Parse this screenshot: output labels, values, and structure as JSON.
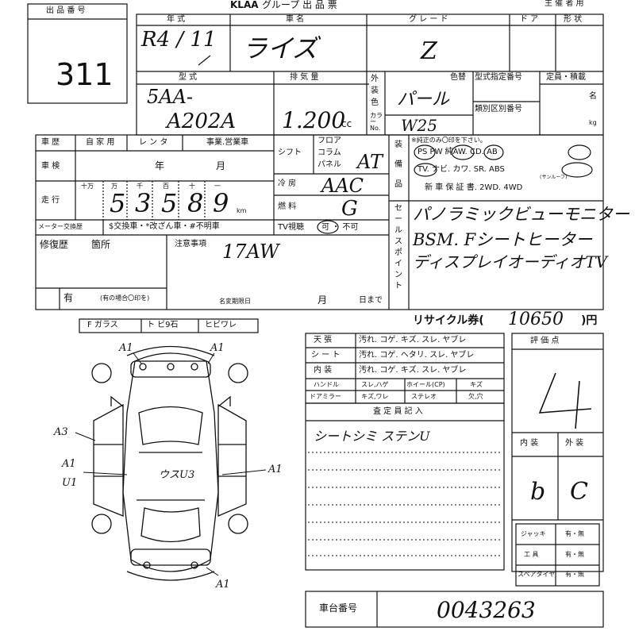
{
  "header": {
    "lot_number_label": "出 品 番 号",
    "lot_number": "311",
    "sheet_title_brand": "KLAA",
    "sheet_title": "グループ 出 品 票",
    "owner_label": "主 催 者 用"
  },
  "labels": {
    "year": "年 式",
    "car_name": "車 名",
    "grade": "グ レ ー ド",
    "doors": "ド ア",
    "body_shape": "形 状",
    "model_type": "型 式",
    "displacement": "排 気 量",
    "exterior_color": [
      "外",
      "装",
      "色"
    ],
    "color_change": "色替",
    "color_no": "カラー No.",
    "type_designation": "型式指定番号",
    "category_number": "類別区別番号",
    "capacity": "定員・積載",
    "capacity_unit_people": "名",
    "capacity_unit_kg": "kg",
    "history": "車 歴",
    "history_options": [
      "自 家 用",
      "レ ン タ",
      "事業.営業車"
    ],
    "inspection": "車 検",
    "inspection_year": "年",
    "inspection_month": "月",
    "mileage": "走 行",
    "mileage_digits": [
      "十万",
      "万",
      "千",
      "百",
      "十",
      "一"
    ],
    "mileage_unit": "km",
    "meter_exchange": "メーター交換歴",
    "meter_options": "$交換車・*改ざん車・#不明車",
    "shift": "シフト",
    "shift_options": [
      "フロア",
      "コラム",
      "パネル"
    ],
    "aircon": "冷 房",
    "fuel": "燃 料",
    "tv_viewing": "TV視聴",
    "tv_options": "可 ・ 不可",
    "equipment": [
      "装",
      "備",
      "品"
    ],
    "equipment_note": "※純正のみ〇印を下さい。",
    "equipment_row1": "PS  PW  純AW.  CD.  AB",
    "equipment_row2": "TV.  ナビ.  カワ.  SR.  ABS",
    "sunroof_note": "(サンルーフ)",
    "equipment_row3": "新 車 保 証 書.  2WD.  4WD",
    "sales_point": [
      "セ",
      "ー",
      "ル",
      "ス",
      "ポ",
      "イ",
      "ン",
      "ト"
    ],
    "repair_history": "修復歴",
    "repair_location": "箇所",
    "notes_label": "注意事項",
    "name_change_deadline": "名変期限日",
    "month": "月",
    "day_by": "日まで",
    "repair_circle_note": "(有の場合〇印を)",
    "repair_yes": "有",
    "glass_options": [
      "F ガラス",
      "ト ビ9石",
      "ヒビワレ"
    ],
    "recycle": "リサイクル券(",
    "recycle_unit": ")円",
    "condition_rows": [
      {
        "label": "天 張",
        "value": "汚れ. コゲ. キズ. スレ. ヤブレ"
      },
      {
        "label": "シ ー ト",
        "value": "汚れ. コゲ. ヘタリ. スレ. ヤブレ"
      },
      {
        "label": "内 装",
        "value": "汚れ. コゲ. キズ. スレ. ヤブレ"
      }
    ],
    "handle": "ハンドル",
    "handle_value": "スレ,ハゲ",
    "wheel": "ホイール(CP)",
    "wheel_value": "キズ",
    "door_mirror": "ドアミラー",
    "door_mirror_value": "キズ,ワレ",
    "stereo": "ステレオ",
    "stereo_value": "欠,穴",
    "inspector_notes": "査 定 員 記 入",
    "score_label": "評 価 点",
    "interior": "内 装",
    "exterior": "外 装",
    "jack": "ジャッキ",
    "tools": "工 具",
    "spare_tire": "スペアタイヤ",
    "yes_no": "有・無",
    "chassis_number": "車台番号"
  },
  "values": {
    "year": "R4 / 11",
    "car_name": "ライズ",
    "grade": "Z",
    "model_type_1": "5AA-",
    "model_type_2": "A202A",
    "displacement": "1.200",
    "displacement_unit": "cc",
    "color": "パール",
    "color_code": "W25",
    "mileage_digits": [
      "5",
      "3",
      "5",
      "8",
      "9"
    ],
    "shift": "AT",
    "aircon": "AAC",
    "fuel": "G",
    "sales_points": [
      "パノラミックビューモニター",
      "BSM. Fシートヒーター",
      "ディスプレイオーディオTV"
    ],
    "notes": "17AW",
    "recycle_fee": "10650",
    "inspector_notes": "シートシミ ステンU",
    "score": "4",
    "interior_score": "b",
    "exterior_score": "C",
    "chassis_number": "0043263",
    "diagram_marks": [
      "A1",
      "A1",
      "A3",
      "A1",
      "U1",
      "A1",
      "ウスU3",
      "A1"
    ]
  }
}
